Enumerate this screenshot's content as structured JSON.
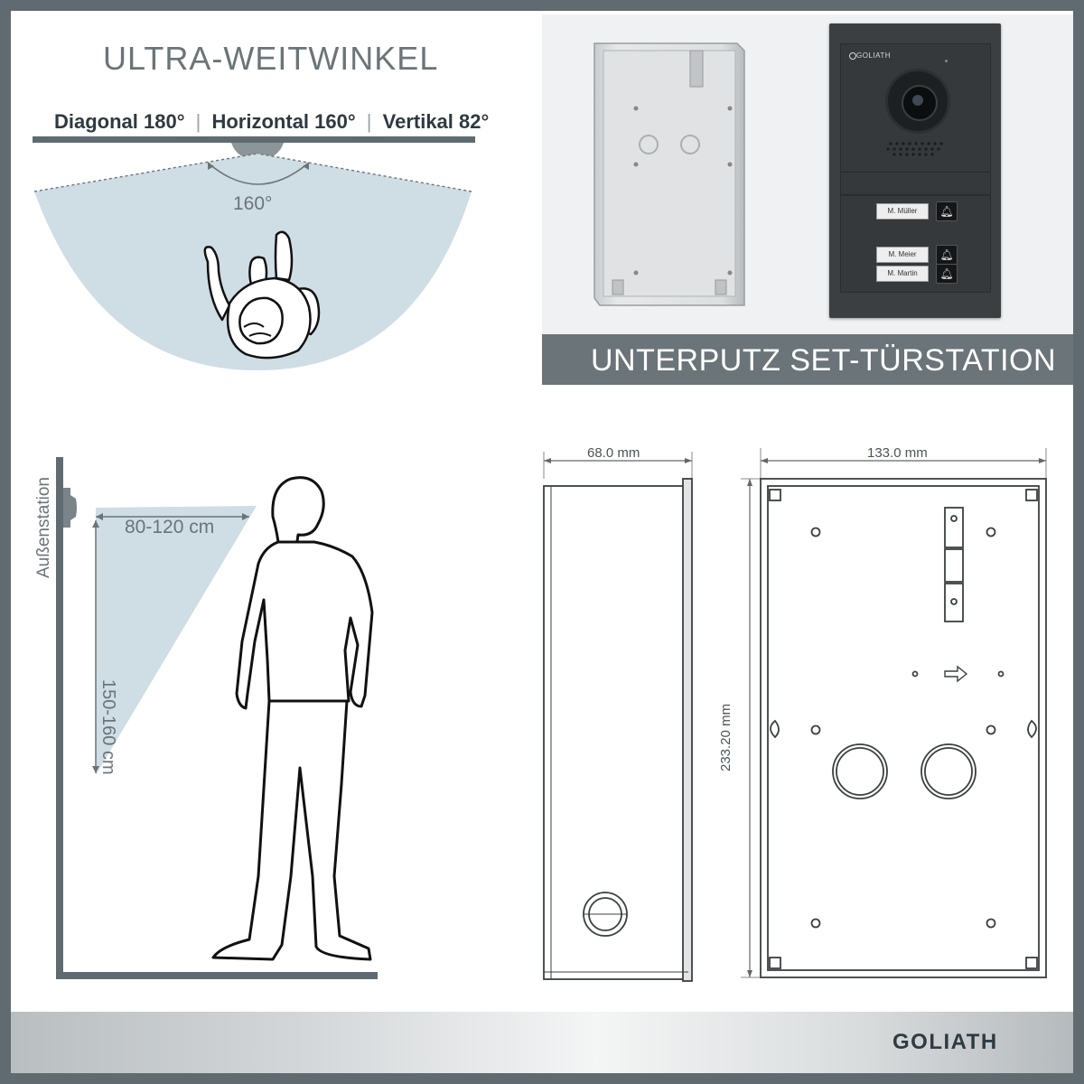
{
  "top_left": {
    "title": "ULTRA-WEITWINKEL",
    "angles": {
      "diagonal": "Diagonal 180°",
      "separator": "|",
      "horizontal": "Horizontal 160°",
      "vertical": "Vertikal 82°"
    },
    "fov_label": "160°"
  },
  "top_right": {
    "banner": "UNTERPUTZ SET-TÜRSTATION",
    "station_brand": "GOLIATH",
    "name_tags": [
      "M. Müller",
      "M. Meier",
      "M. Martin"
    ]
  },
  "bottom_left": {
    "wall_label": "Außenstation",
    "distance_label": "80-120 cm",
    "height_label": "150-160 cm"
  },
  "bottom_right": {
    "depth_label": "68.0 mm",
    "width_label": "133.0 mm",
    "height_label": "233.20 mm"
  },
  "footer": {
    "brand": "GOLIATH"
  },
  "colors": {
    "frame": "#5f6b70",
    "accent_gray": "#6b7478",
    "fov_fill": "#cfdde5",
    "panel_bg": "#f0f1f2",
    "station_dark": "#3b3f42"
  }
}
